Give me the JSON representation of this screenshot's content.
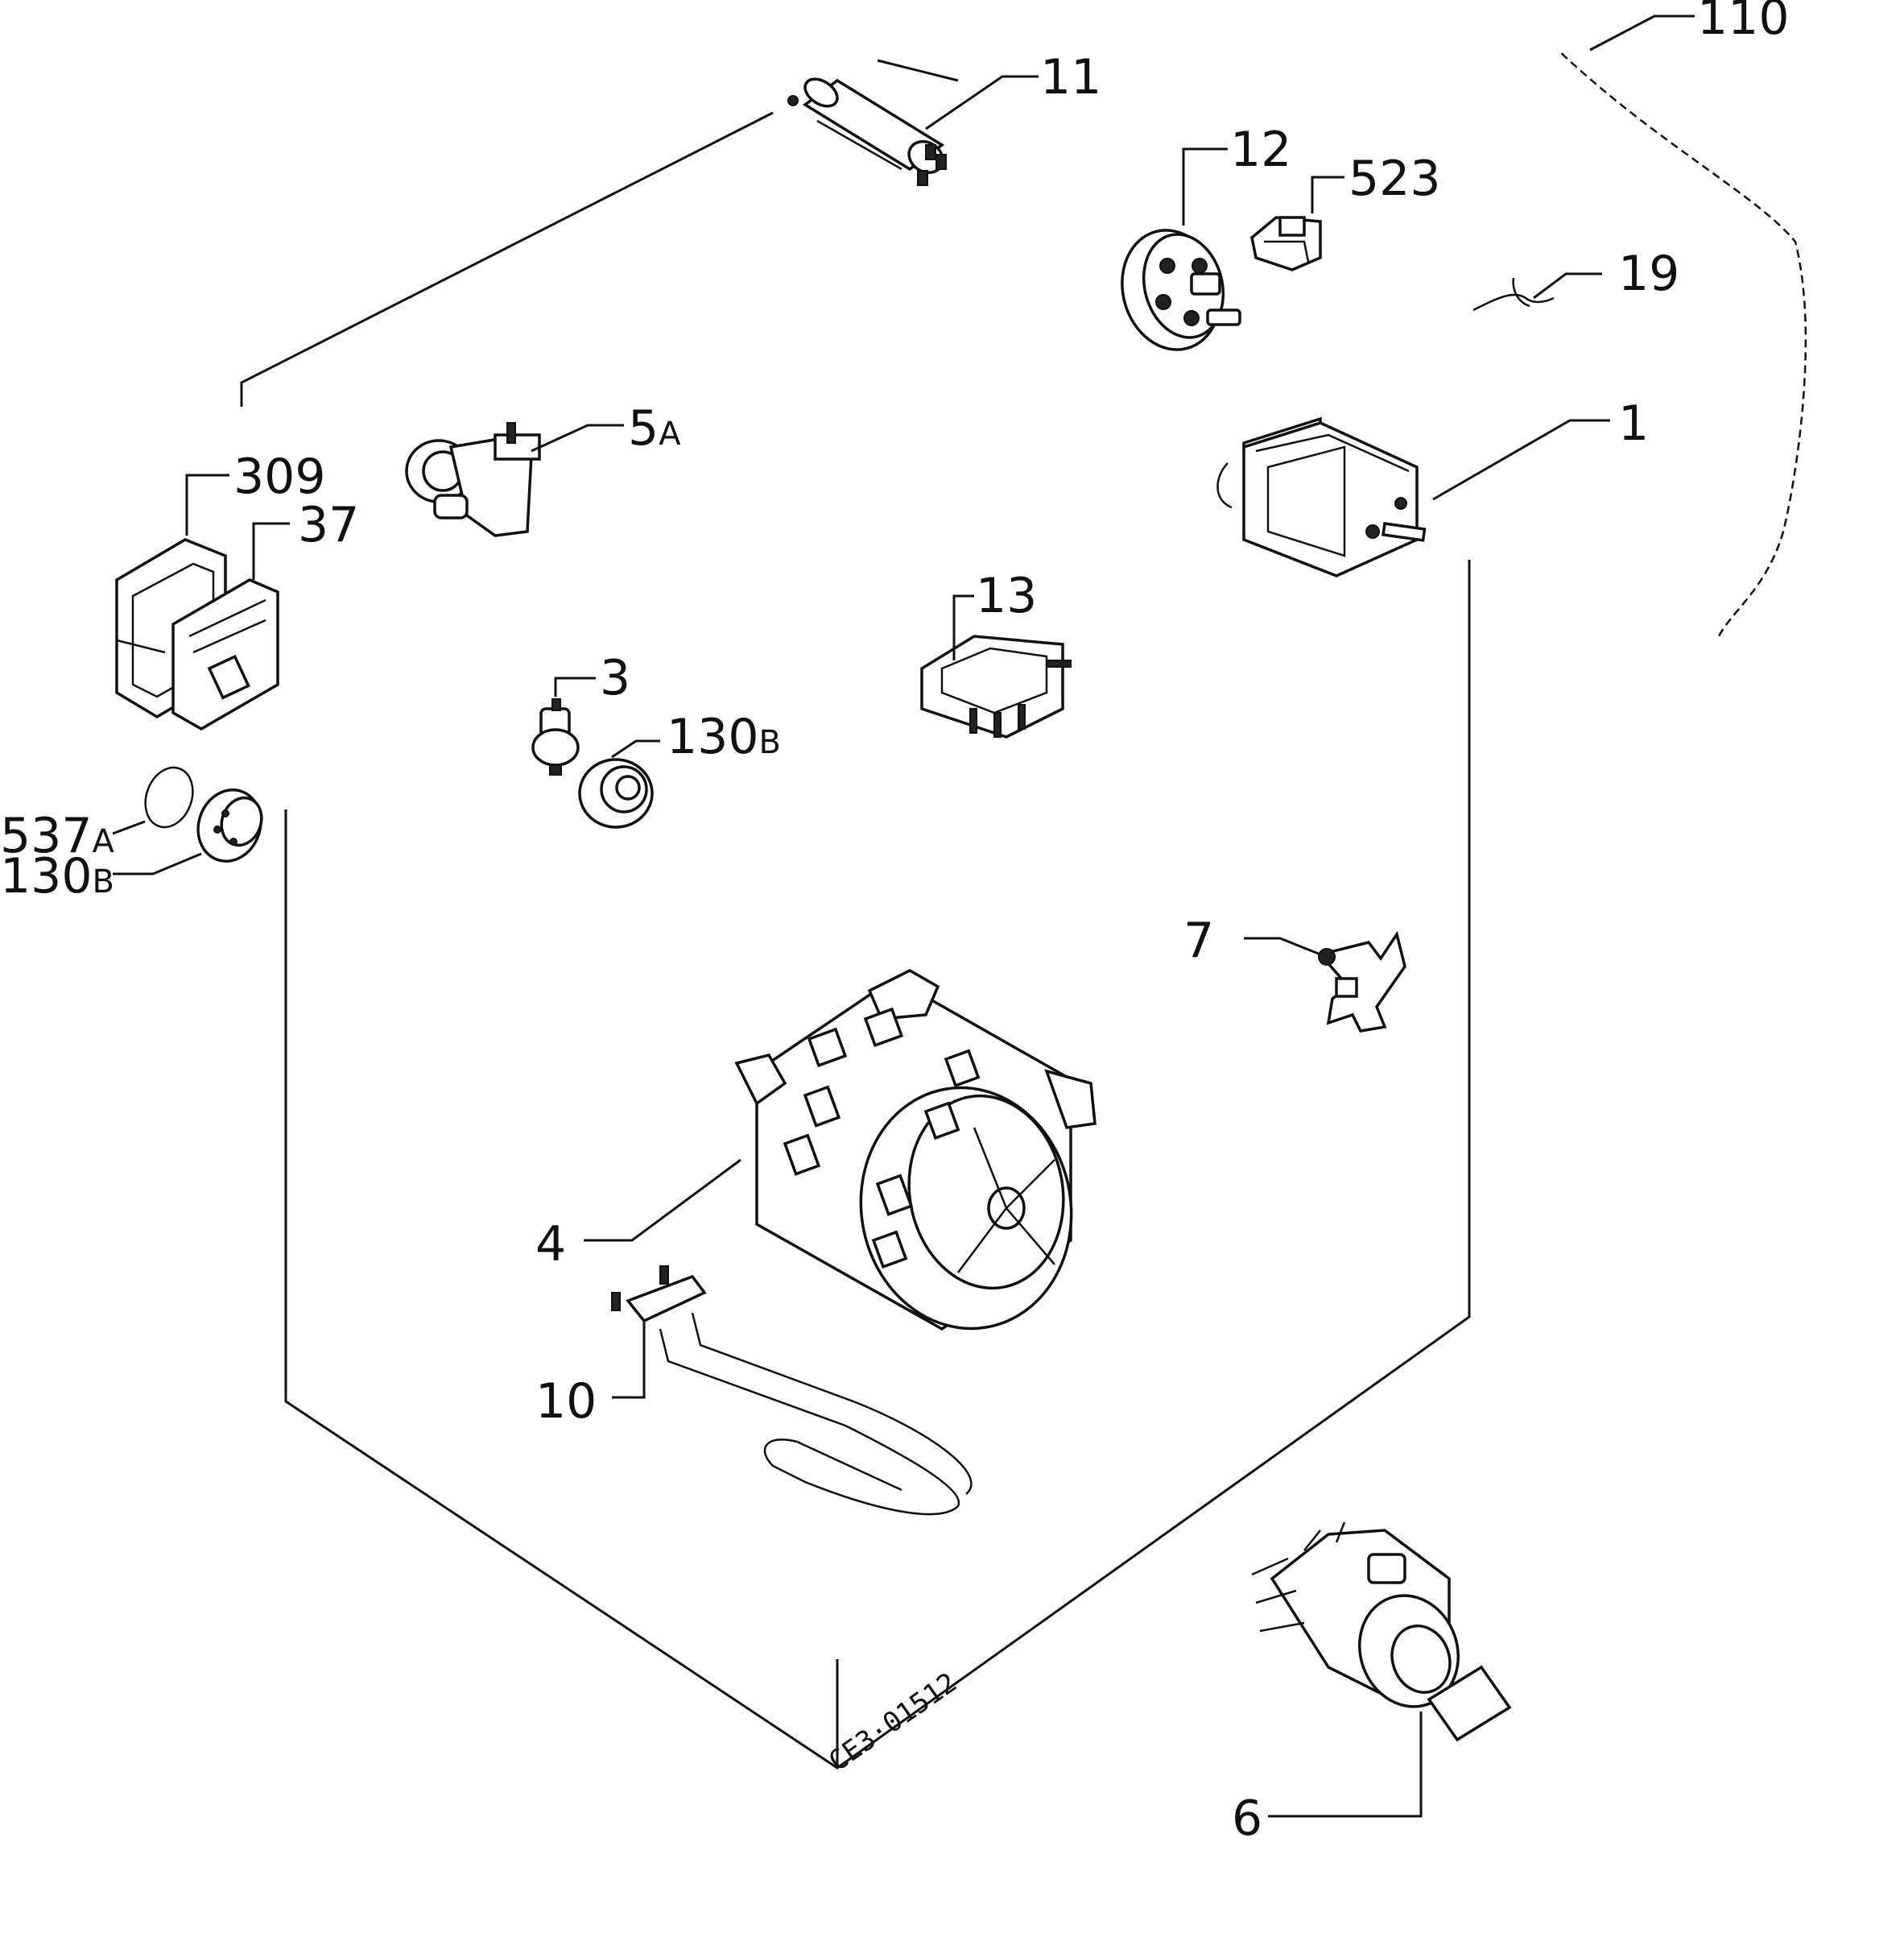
{
  "labels": {
    "p110": "110",
    "p11": "11",
    "p12": "12",
    "p523": "523",
    "p19": "19",
    "p5a_num": "5",
    "p5a_suf": "A",
    "p1": "1",
    "p309": "309",
    "p37": "37",
    "p13": "13",
    "p3": "3",
    "p130b_num": "130",
    "p130b_suf": "B",
    "p537a_num": "537",
    "p537a_suf": "A",
    "p130b2_num": "130",
    "p130b2_suf": "B",
    "p7": "7",
    "p4": "4",
    "p10": "10",
    "p6": "6"
  },
  "drawing_code": "CE3·01512"
}
